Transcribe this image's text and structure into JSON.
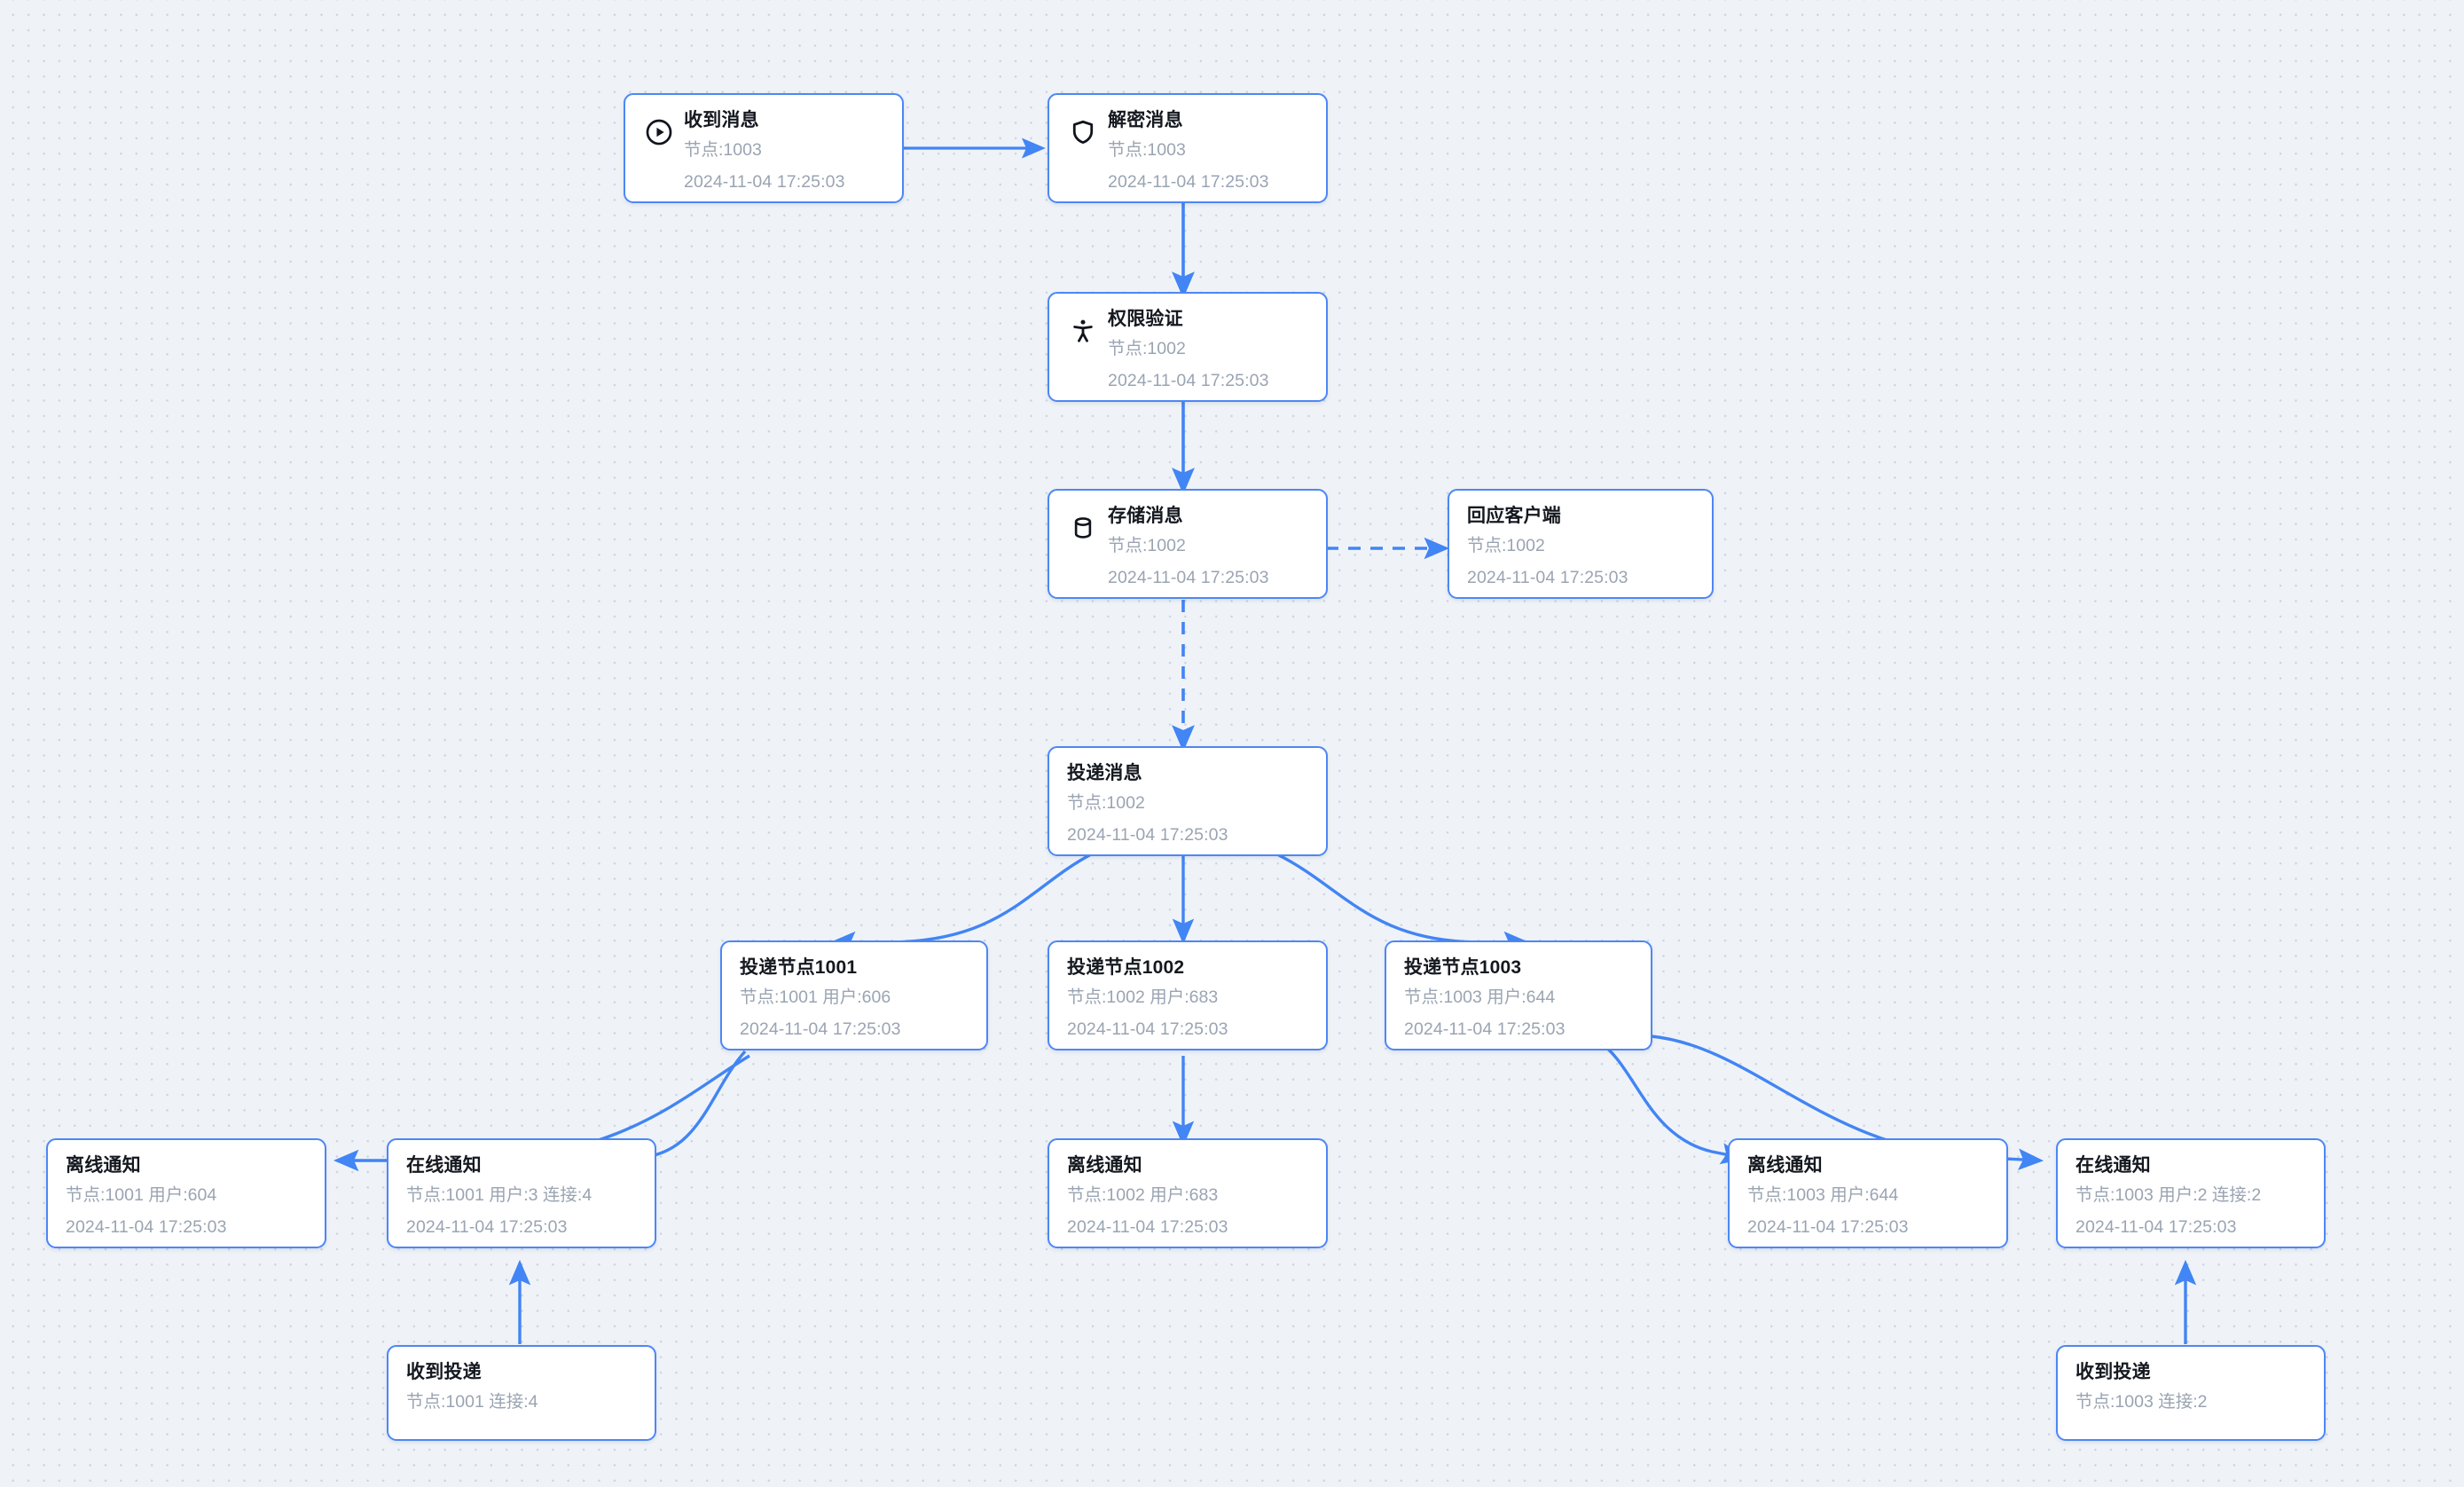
{
  "canvas": {
    "background": "#eff3f8",
    "dot_color": "#cbd5e1",
    "node_border": "#4d87f5",
    "edge_color": "#4285f4",
    "title_color": "#14181f",
    "sub_color": "#9aa4b2"
  },
  "nodes": [
    {
      "id": "receive-message",
      "icon": "play-circle-icon",
      "title": "收到消息",
      "meta": "节点:1003",
      "time": "2024-11-04 17:25:03"
    },
    {
      "id": "decrypt-message",
      "icon": "shield-icon",
      "title": "解密消息",
      "meta": "节点:1003",
      "time": "2024-11-04 17:25:03"
    },
    {
      "id": "permission-verify",
      "icon": "person-icon",
      "title": "权限验证",
      "meta": "节点:1002",
      "time": "2024-11-04 17:25:03"
    },
    {
      "id": "store-message",
      "icon": "database-icon",
      "title": "存储消息",
      "meta": "节点:1002",
      "time": "2024-11-04 17:25:03"
    },
    {
      "id": "reply-client",
      "icon": "",
      "title": "回应客户端",
      "meta": "节点:1002",
      "time": "2024-11-04 17:25:03"
    },
    {
      "id": "deliver-message",
      "icon": "",
      "title": "投递消息",
      "meta": "节点:1002",
      "time": "2024-11-04 17:25:03"
    },
    {
      "id": "deliver-node-1001",
      "icon": "",
      "title": "投递节点1001",
      "meta": "节点:1001 用户:606",
      "time": "2024-11-04 17:25:03"
    },
    {
      "id": "deliver-node-1002",
      "icon": "",
      "title": "投递节点1002",
      "meta": "节点:1002 用户:683",
      "time": "2024-11-04 17:25:03"
    },
    {
      "id": "deliver-node-1003",
      "icon": "",
      "title": "投递节点1003",
      "meta": "节点:1003 用户:644",
      "time": "2024-11-04 17:25:03"
    },
    {
      "id": "offline-notify-1001",
      "icon": "",
      "title": "离线通知",
      "meta": "节点:1001 用户:604",
      "time": "2024-11-04 17:25:03"
    },
    {
      "id": "online-notify-1001",
      "icon": "",
      "title": "在线通知",
      "meta": "节点:1001 用户:3 连接:4",
      "time": "2024-11-04 17:25:03"
    },
    {
      "id": "offline-notify-1002",
      "icon": "",
      "title": "离线通知",
      "meta": "节点:1002 用户:683",
      "time": "2024-11-04 17:25:03"
    },
    {
      "id": "offline-notify-1003",
      "icon": "",
      "title": "离线通知",
      "meta": "节点:1003 用户:644",
      "time": "2024-11-04 17:25:03"
    },
    {
      "id": "online-notify-1003",
      "icon": "",
      "title": "在线通知",
      "meta": "节点:1003 用户:2 连接:2",
      "time": "2024-11-04 17:25:03"
    },
    {
      "id": "receive-delivery-1001",
      "icon": "",
      "title": "收到投递",
      "meta": "节点:1001 连接:4",
      "time": ""
    },
    {
      "id": "receive-delivery-1003",
      "icon": "",
      "title": "收到投递",
      "meta": "节点:1003 连接:2",
      "time": ""
    }
  ],
  "edges": [
    {
      "from": "receive-message",
      "to": "decrypt-message",
      "style": "solid"
    },
    {
      "from": "decrypt-message",
      "to": "permission-verify",
      "style": "solid"
    },
    {
      "from": "permission-verify",
      "to": "store-message",
      "style": "solid"
    },
    {
      "from": "store-message",
      "to": "reply-client",
      "style": "dashed"
    },
    {
      "from": "store-message",
      "to": "deliver-message",
      "style": "dashed"
    },
    {
      "from": "deliver-message",
      "to": "deliver-node-1001",
      "style": "solid"
    },
    {
      "from": "deliver-message",
      "to": "deliver-node-1002",
      "style": "solid"
    },
    {
      "from": "deliver-message",
      "to": "deliver-node-1003",
      "style": "solid"
    },
    {
      "from": "deliver-node-1001",
      "to": "offline-notify-1001",
      "style": "solid"
    },
    {
      "from": "deliver-node-1001",
      "to": "online-notify-1001",
      "style": "solid"
    },
    {
      "from": "deliver-node-1002",
      "to": "offline-notify-1002",
      "style": "solid"
    },
    {
      "from": "deliver-node-1003",
      "to": "offline-notify-1003",
      "style": "solid"
    },
    {
      "from": "deliver-node-1003",
      "to": "online-notify-1003",
      "style": "solid"
    },
    {
      "from": "receive-delivery-1001",
      "to": "online-notify-1001",
      "style": "solid"
    },
    {
      "from": "receive-delivery-1003",
      "to": "online-notify-1003",
      "style": "solid"
    }
  ]
}
